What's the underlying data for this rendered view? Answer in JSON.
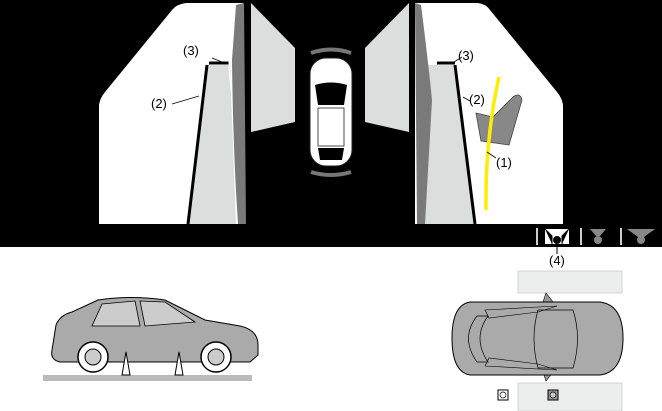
{
  "callouts": {
    "c1": "(1)",
    "c2_left": "(2)",
    "c2_right": "(2)",
    "c3_left": "(3)",
    "c3_right": "(3)",
    "c4": "(4)"
  },
  "colors": {
    "screen_bg": "#000000",
    "guide_line": "#ffee00",
    "pillar": "#dcdedd",
    "car_body": "#a8a8a8"
  },
  "view_mode_icons": [
    "front-wide-view-icon",
    "front-view-icon",
    "top-view-icon"
  ]
}
